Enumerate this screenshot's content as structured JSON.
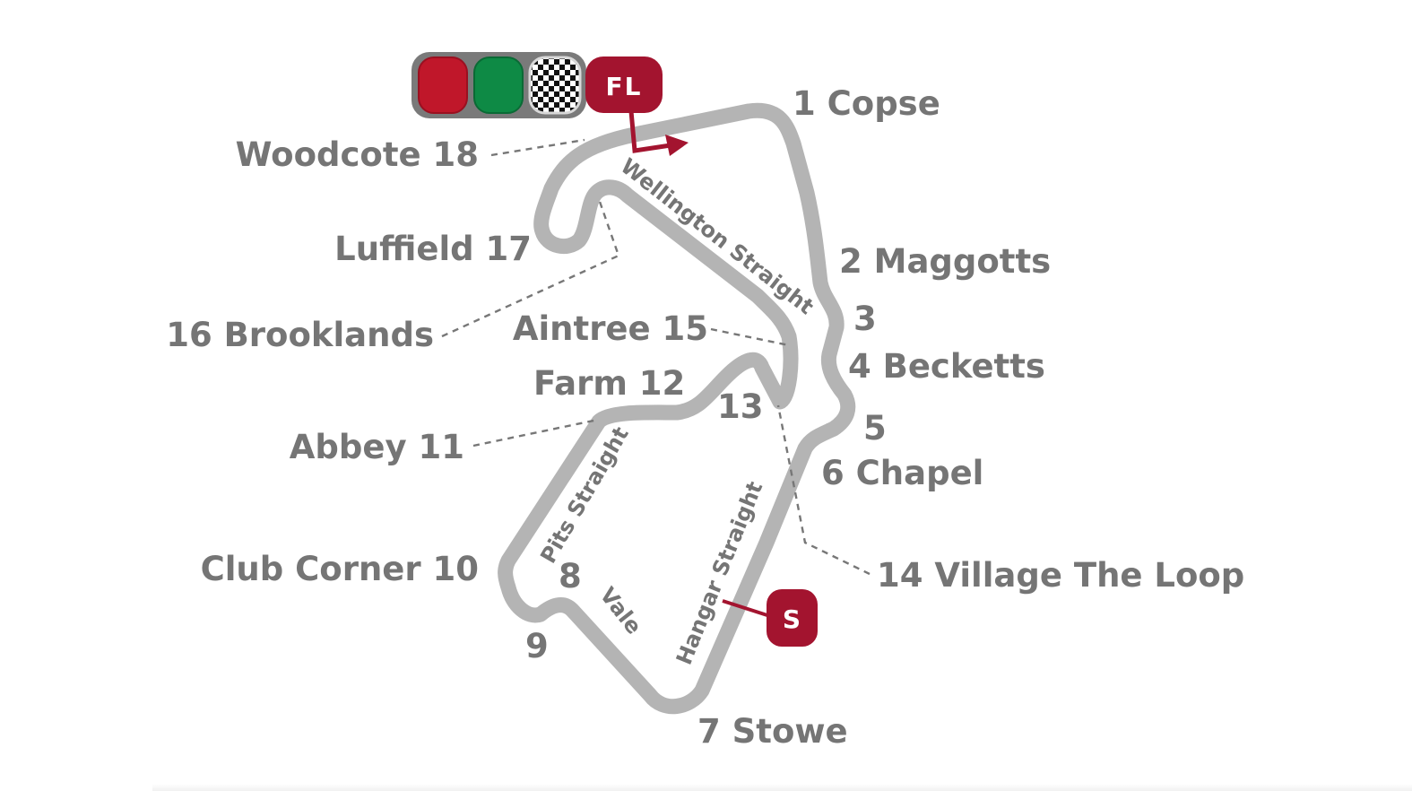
{
  "track": {
    "corners": [
      {
        "id": "c1",
        "label": "1 Copse"
      },
      {
        "id": "c2",
        "label": "2 Maggotts"
      },
      {
        "id": "c3",
        "label": "3"
      },
      {
        "id": "c4",
        "label": "4 Becketts"
      },
      {
        "id": "c5",
        "label": "5"
      },
      {
        "id": "c6",
        "label": "6 Chapel"
      },
      {
        "id": "c7",
        "label": "7 Stowe"
      },
      {
        "id": "c8",
        "label": "8"
      },
      {
        "id": "c9",
        "label": "9"
      },
      {
        "id": "c10",
        "label": "Club Corner 10"
      },
      {
        "id": "c11",
        "label": "Abbey 11"
      },
      {
        "id": "c12",
        "label": "Farm 12"
      },
      {
        "id": "c13",
        "label": "13"
      },
      {
        "id": "c14",
        "label": "14 Village The Loop"
      },
      {
        "id": "c15",
        "label": "Aintree 15"
      },
      {
        "id": "c16",
        "label": "16 Brooklands"
      },
      {
        "id": "c17",
        "label": "Luffield 17"
      },
      {
        "id": "c18",
        "label": "Woodcote 18"
      }
    ],
    "straights": [
      {
        "id": "wellington",
        "label": "Wellington Straight"
      },
      {
        "id": "hangar",
        "label": "Hangar Straight"
      },
      {
        "id": "pits",
        "label": "Pits Straight"
      },
      {
        "id": "vale",
        "label": "Vale"
      }
    ]
  },
  "markers": {
    "finish_line": {
      "label": "FL"
    },
    "start": {
      "label": "S"
    }
  },
  "lights": [
    {
      "name": "red-light",
      "color": "#c0172a"
    },
    {
      "name": "green-light",
      "color": "#0e8a45"
    },
    {
      "name": "chequered-flag",
      "color": "checkered"
    }
  ],
  "colors": {
    "track": "#b4b4b4",
    "label": "#757575",
    "accent": "#a3142f",
    "light_panel": "#7a7a7a"
  }
}
